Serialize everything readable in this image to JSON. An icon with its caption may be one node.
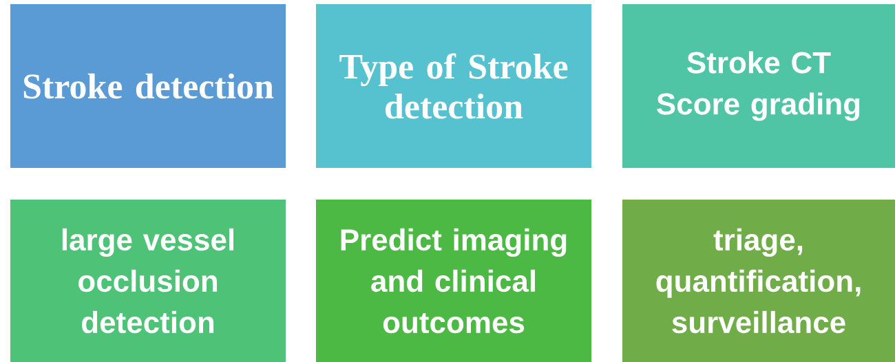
{
  "diagram": {
    "nodes": [
      {
        "text": [
          "Stroke detection"
        ]
      },
      {
        "text": [
          "Type of Stroke detection"
        ]
      },
      {
        "text": [
          "Stroke CT Score grading"
        ]
      },
      {
        "text": [
          "large vessel occlusion detection"
        ]
      },
      {
        "text": [
          "Predict imaging and clinical outcomes"
        ]
      },
      {
        "text": [
          "triage, quantification, surveillance"
        ]
      }
    ]
  }
}
